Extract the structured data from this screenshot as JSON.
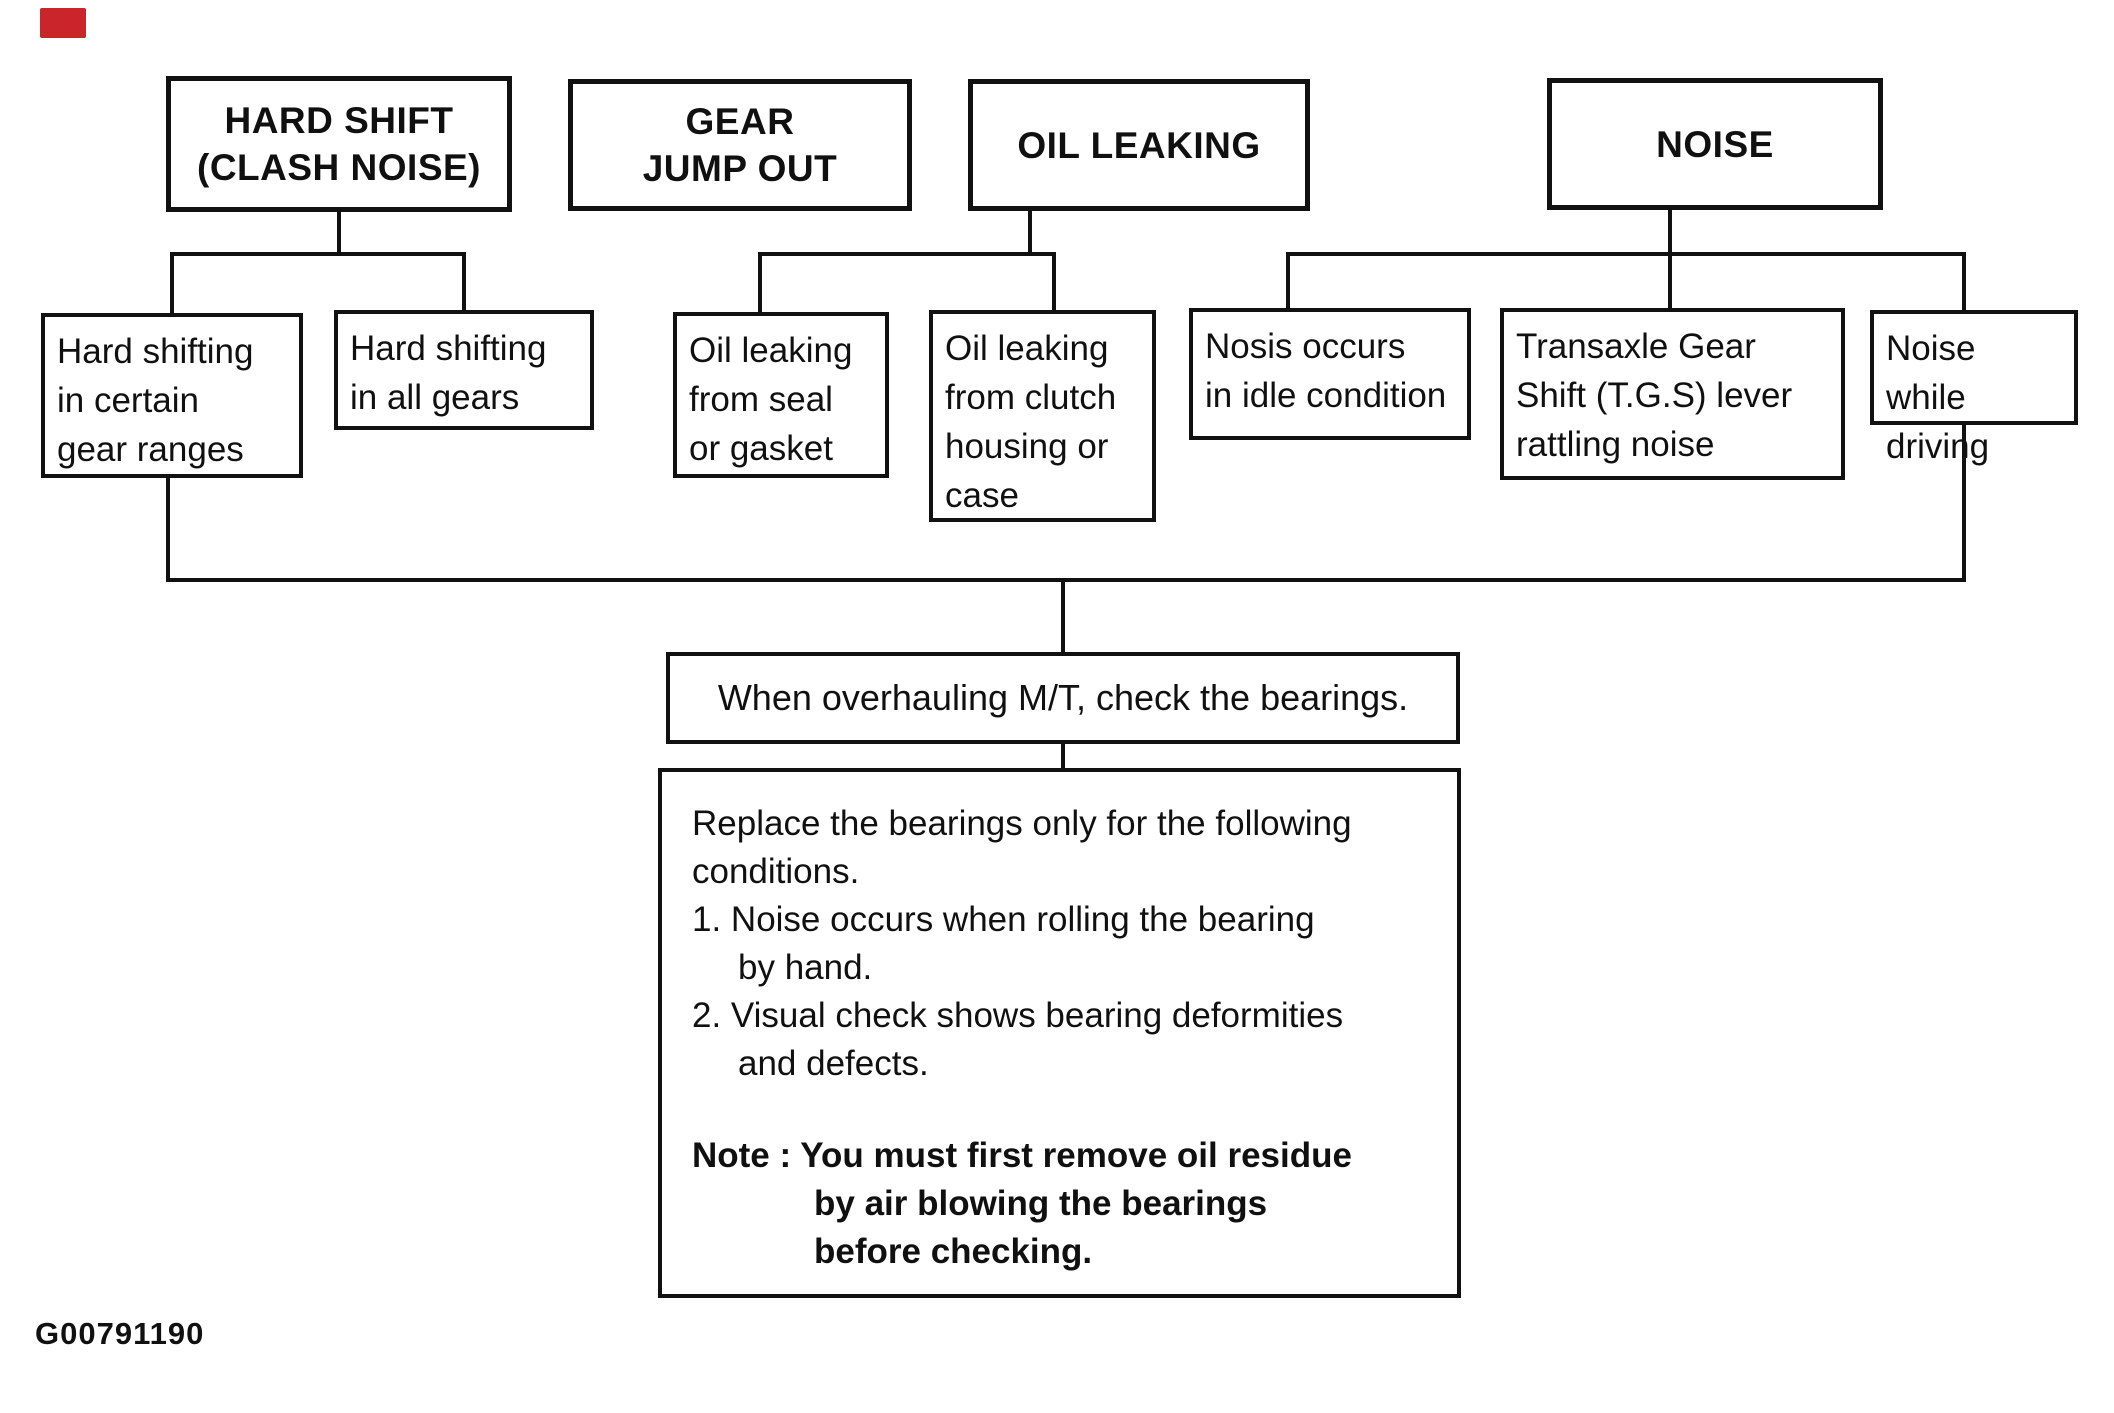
{
  "figure_code": "G00791190",
  "colors": {
    "line": "#111111",
    "marker_red": "#c9252b",
    "background": "#ffffff"
  },
  "flowchart": {
    "categories": [
      {
        "id": "hard-shift",
        "label": "HARD SHIFT\n(CLASH NOISE)"
      },
      {
        "id": "gear-jump-out",
        "label": "GEAR\nJUMP OUT"
      },
      {
        "id": "oil-leaking",
        "label": "OIL LEAKING"
      },
      {
        "id": "noise",
        "label": "NOISE"
      }
    ],
    "symptoms": [
      {
        "id": "hard-shift-certain-gears",
        "label": "Hard shifting\nin certain\ngear ranges"
      },
      {
        "id": "hard-shift-all-gears",
        "label": "Hard shifting\nin all gears"
      },
      {
        "id": "oil-leak-seal-gasket",
        "label": "Oil leaking\nfrom seal\nor gasket"
      },
      {
        "id": "oil-leak-clutch-housing",
        "label": "Oil leaking\nfrom clutch\nhousing or\ncase"
      },
      {
        "id": "noise-idle",
        "label": "Nosis occurs\nin idle condition"
      },
      {
        "id": "tgs-lever-rattle",
        "label": "Transaxle Gear\nShift (T.G.S) lever\nrattling noise"
      },
      {
        "id": "noise-while-driving",
        "label": "Noise while\ndriving"
      }
    ],
    "action": {
      "label": "When overhauling M/T, check the bearings."
    },
    "details": {
      "intro": "Replace the bearings only for the following\nconditions.",
      "item1": "1. Noise occurs when rolling the bearing\nby hand.",
      "item2": "2. Visual check shows bearing deformities\nand defects.",
      "note": "Note : You must first remove oil residue\nby air blowing the bearings\nbefore checking."
    }
  }
}
